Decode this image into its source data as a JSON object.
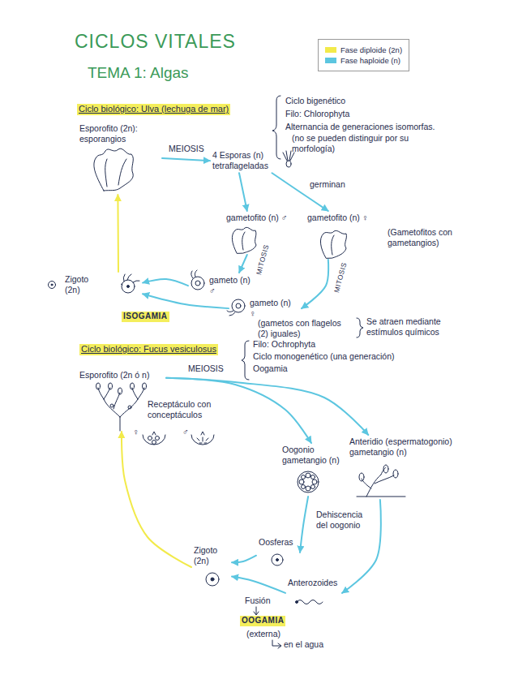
{
  "diagram": {
    "title": "CICLOS VITALES",
    "nodes": [
      {
        "text": [
          "Esporofito (2n): esporangios"
        ]
      },
      {
        "text": [
          "4 Esporas (n) tetraflageladas"
        ]
      },
      {
        "text": [
          "gametofito (n) ♂"
        ]
      },
      {
        "text": [
          "gametofito (n) ♀"
        ]
      },
      {
        "text": [
          "gameto (n) ♂"
        ]
      },
      {
        "text": [
          "gameto (n) ♀"
        ]
      },
      {
        "text": [
          "Zigoto (2n)"
        ]
      },
      {
        "text": [
          "Esporofito (2n ó n)"
        ]
      },
      {
        "text": [
          "Oogonio gametangio (n)"
        ]
      },
      {
        "text": [
          "Anteridio (espermatogonio) gametangio (n)"
        ]
      },
      {
        "text": [
          "Oosferas"
        ]
      },
      {
        "text": [
          "Anterozoides"
        ]
      },
      {
        "text": [
          "Zigoto (2n)"
        ]
      }
    ],
    "edges": [
      {
        "from": 0,
        "to": 1,
        "label": "MEIOSIS",
        "arrow": "to"
      },
      {
        "from": 1,
        "to": 2,
        "arrow": "to"
      },
      {
        "from": 1,
        "to": 3,
        "label": "germinan",
        "arrow": "to"
      },
      {
        "from": 2,
        "to": 4,
        "label": "MITOSIS",
        "arrow": "to"
      },
      {
        "from": 3,
        "to": 5,
        "label": "MITOSIS",
        "arrow": "to"
      },
      {
        "from": 4,
        "to": 6,
        "arrow": "to"
      },
      {
        "from": 5,
        "to": 6,
        "arrow": "to"
      },
      {
        "from": 6,
        "to": 0,
        "arrow": "to"
      },
      {
        "from": 7,
        "to": 8,
        "label": "MEIOSIS",
        "arrow": "to"
      },
      {
        "from": 7,
        "to": 9,
        "arrow": "to"
      },
      {
        "from": 8,
        "to": 10,
        "label": "Dehiscencia del oogonio",
        "arrow": "to"
      },
      {
        "from": 9,
        "to": 11,
        "arrow": "to"
      },
      {
        "from": 10,
        "to": 12,
        "arrow": "to"
      },
      {
        "from": 11,
        "to": 12,
        "arrow": "to"
      },
      {
        "from": 12,
        "to": 7,
        "arrow": "to"
      }
    ],
    "labels": [
      "TEMA 1: Algas",
      "Ciclo biológico: Ulva (lechuga de mar)",
      "Ciclo bigenético",
      "Filo: Chlorophyta",
      "Alternancia de generaciones isomorfas.",
      "(no se pueden distinguir por su morfología)",
      "(Gametofitos con gametangios)",
      "(gametos con flagelos (2) iguales)",
      "Se atraen mediante estímulos químicos",
      "ISOGAMIA",
      "Ciclo biológico: Fucus vesiculosus",
      "Filo: Ochrophyta",
      "Ciclo monogenético (una generación)",
      "Oogamia",
      "Receptáculo con conceptáculos",
      "♀",
      "♂",
      "Fusión",
      "OOGAMIA",
      "(externa)",
      "en el agua"
    ],
    "legend": [
      {
        "text": "Fase diploide (2n)",
        "color": "#f2ea4a"
      },
      {
        "text": "Fase haploide (n)",
        "color": "#5cc6e0"
      }
    ]
  }
}
